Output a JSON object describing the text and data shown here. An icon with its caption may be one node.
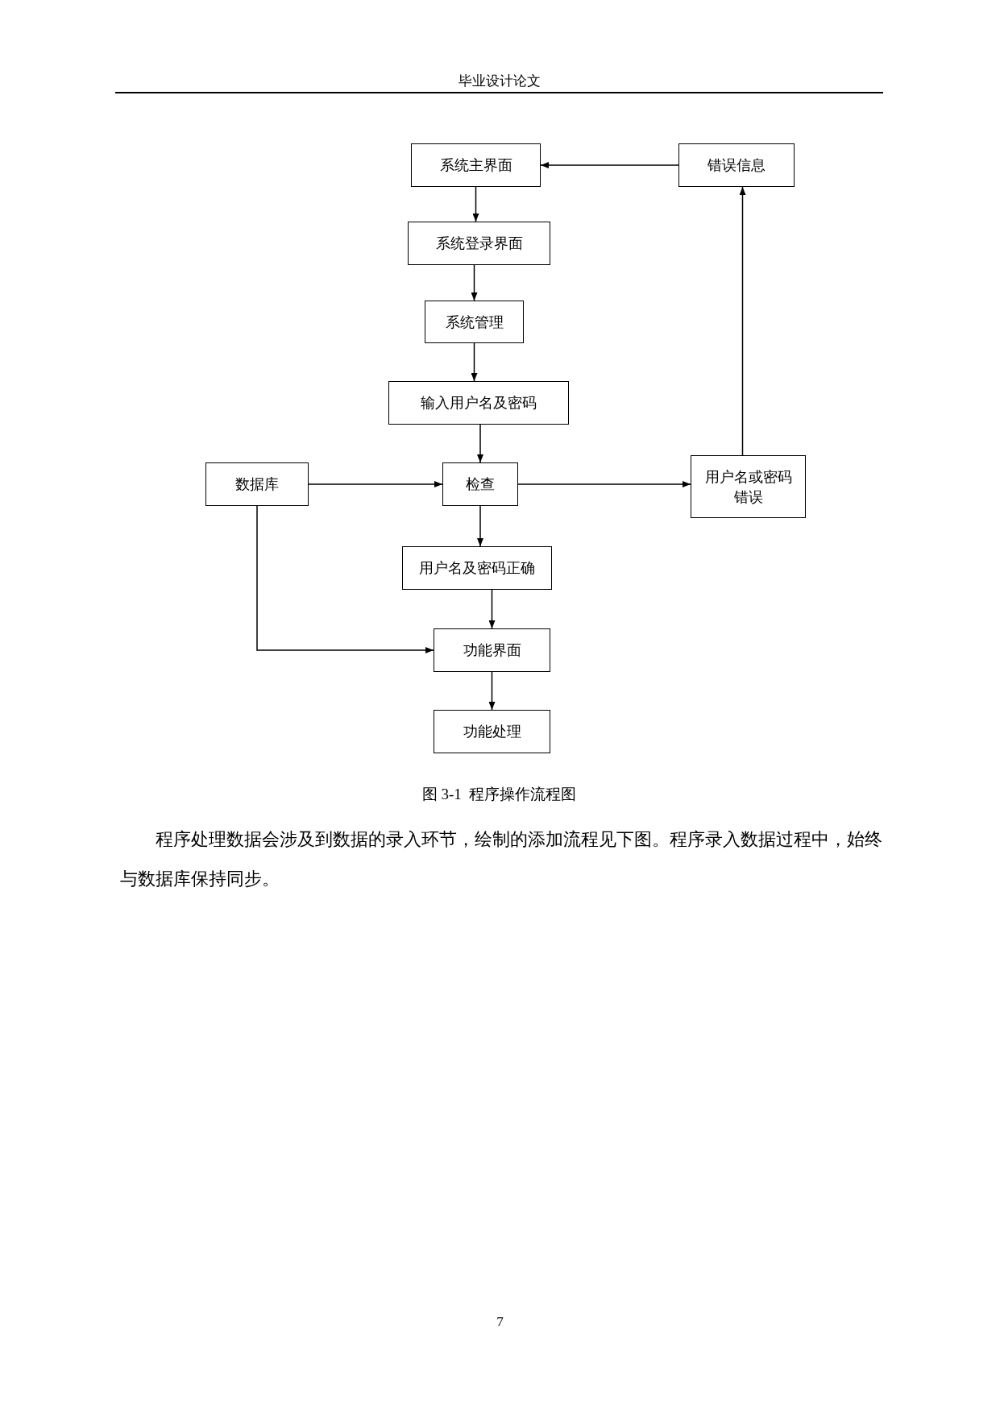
{
  "diagram": {
    "caption": "图 3-1  程序操作流程图",
    "nodes": [
      {
        "text": [
          "系统主界面"
        ]
      },
      {
        "text": [
          "错误信息"
        ]
      },
      {
        "text": [
          "系统登录界面"
        ]
      },
      {
        "text": [
          "系统管理"
        ]
      },
      {
        "text": [
          "输入用户名及密码"
        ]
      },
      {
        "text": [
          "数据库"
        ]
      },
      {
        "text": [
          "检查"
        ]
      },
      {
        "text": [
          "用户名或密码错误"
        ]
      },
      {
        "text": [
          "用户名及密码正确"
        ]
      },
      {
        "text": [
          "功能界面"
        ]
      },
      {
        "text": [
          "功能处理"
        ]
      }
    ],
    "edges": [
      {
        "from": 1,
        "to": 0,
        "arrow": "to"
      },
      {
        "from": 0,
        "to": 2,
        "arrow": "to"
      },
      {
        "from": 2,
        "to": 3,
        "arrow": "to"
      },
      {
        "from": 3,
        "to": 4,
        "arrow": "to"
      },
      {
        "from": 4,
        "to": 6,
        "arrow": "to"
      },
      {
        "from": 5,
        "to": 6,
        "arrow": "to"
      },
      {
        "from": 6,
        "to": 7,
        "arrow": "to"
      },
      {
        "from": 7,
        "to": 1,
        "arrow": "to"
      },
      {
        "from": 6,
        "to": 8,
        "arrow": "to"
      },
      {
        "from": 8,
        "to": 9,
        "arrow": "to"
      },
      {
        "from": 5,
        "to": 9,
        "arrow": "to"
      },
      {
        "from": 9,
        "to": 10,
        "arrow": "to"
      }
    ],
    "labels": [
      "毕业设计论文",
      "程序处理数据会涉及到数据的录入环节，绘制的添加流程见下图。程序录入数据过程中，始终与数据库保持同步。",
      "7"
    ]
  }
}
